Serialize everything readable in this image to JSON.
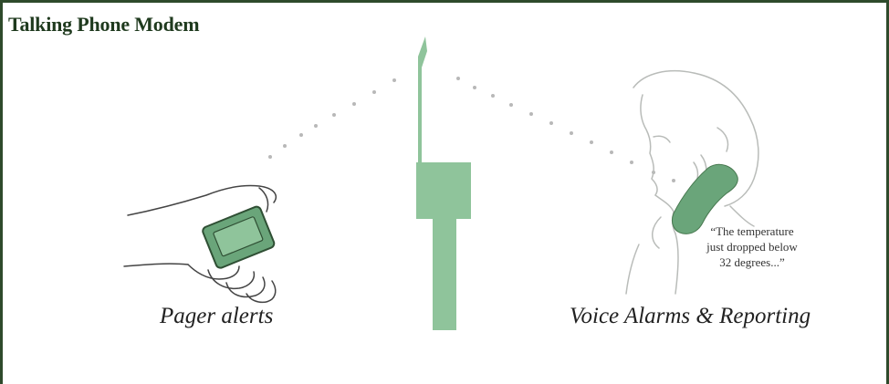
{
  "title": "Talking Phone Modem",
  "captions": {
    "pager": "Pager alerts",
    "voice": "Voice Alarms & Reporting"
  },
  "quote": {
    "line1": "“The temperature",
    "line2": "just dropped below",
    "line3": "32 degrees...”"
  },
  "colors": {
    "border": "#2e4a2b",
    "title": "#1f3a1e",
    "tower_green": "#8fc49b",
    "device_green": "#6aa57a"
  },
  "icons": [
    "antenna-tower-icon",
    "hand-pager-icon",
    "person-phone-icon"
  ]
}
